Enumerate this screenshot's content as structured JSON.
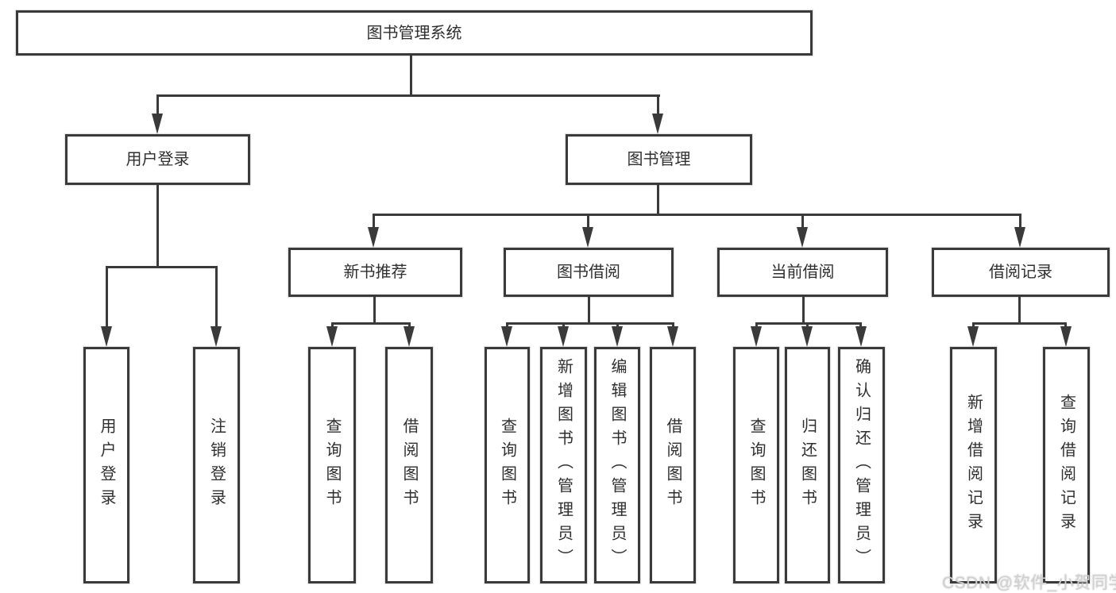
{
  "title": "图书管理系统",
  "tree": {
    "root": {
      "label": "图书管理系统"
    },
    "branches": [
      {
        "label": "用户登录",
        "children": [
          {
            "label": "用户登录"
          },
          {
            "label": "注销登录"
          }
        ]
      },
      {
        "label": "图书管理",
        "children": [
          {
            "label": "新书推荐",
            "children": [
              {
                "label": "查询图书"
              },
              {
                "label": "借阅图书"
              }
            ]
          },
          {
            "label": "图书借阅",
            "children": [
              {
                "label": "查询图书"
              },
              {
                "label": "新增图书（管理员）"
              },
              {
                "label": "编辑图书（管理员）"
              },
              {
                "label": "借阅图书"
              }
            ]
          },
          {
            "label": "当前借阅",
            "children": [
              {
                "label": "查询图书"
              },
              {
                "label": "归还图书"
              },
              {
                "label": "确认归还（管理员）"
              }
            ]
          },
          {
            "label": "借阅记录",
            "children": [
              {
                "label": "新增借阅记录"
              },
              {
                "label": "查询借阅记录"
              }
            ]
          }
        ]
      }
    ]
  },
  "watermark": "CSDN @软件_小贺同学",
  "colors": {
    "line": "#3a3a3a",
    "text": "#2f2f2f",
    "watermark": "#d0d0d0",
    "background": "#ffffff"
  }
}
